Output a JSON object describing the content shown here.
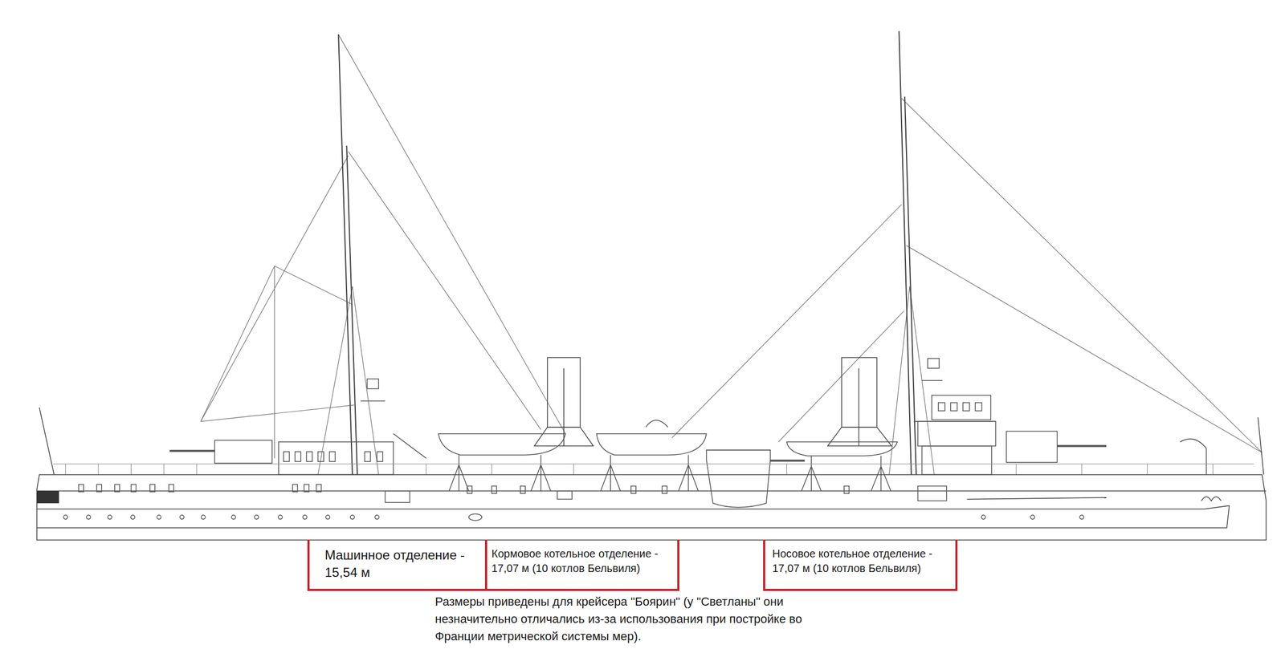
{
  "diagram": {
    "caption": "Размеры приведены для крейсера \"Боярин\" (у \"Светланы\" они незначительно отличались из-за использования при постройке во Франции метрической системы мер).",
    "nodes": [
      {
        "text": [
          "Машинное отделение - 15,54 м"
        ]
      },
      {
        "text": [
          "Кормовое котельное отделение - 17,07 м (10 котлов Бельвиля)"
        ]
      },
      {
        "text": [
          "Носовое котельное отделение - 17,07 м (10 котлов Бельвиля)"
        ]
      }
    ]
  }
}
